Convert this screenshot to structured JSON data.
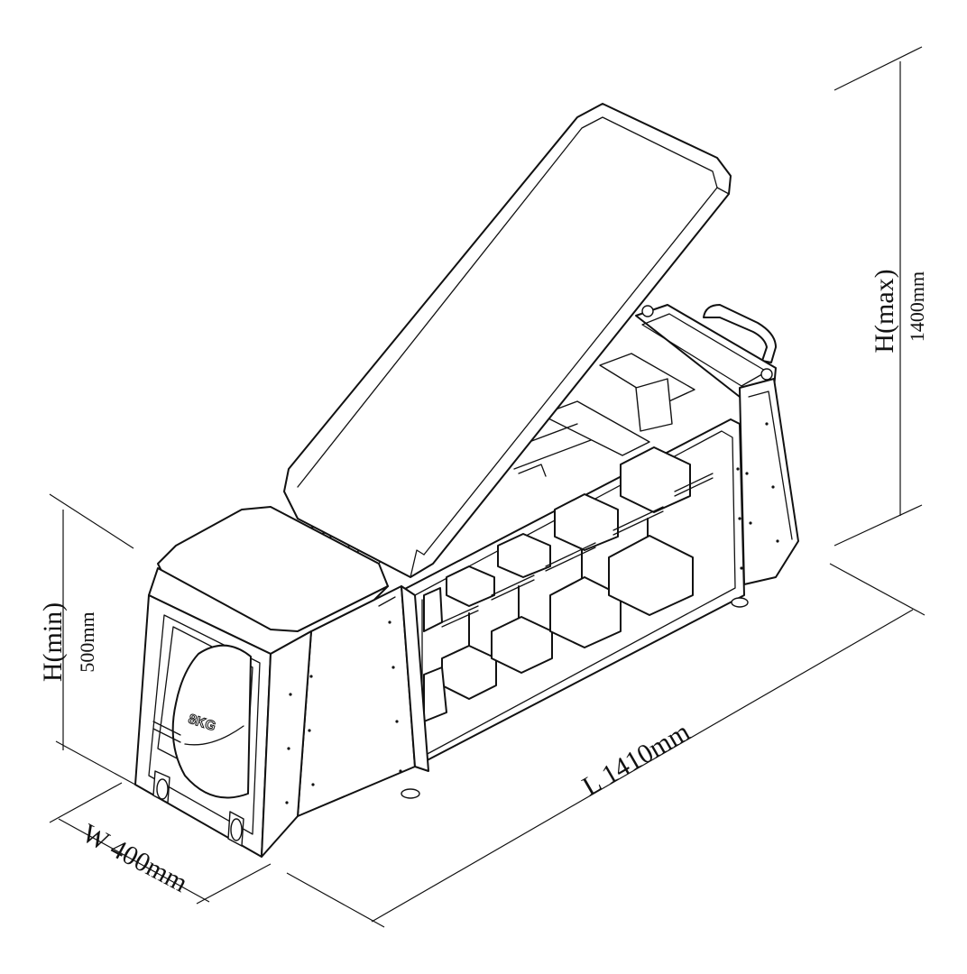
{
  "dimensions": {
    "h_max": {
      "label": "H(max)",
      "value": "1400mm"
    },
    "h_min": {
      "label": "H(min)",
      "value": "500mm"
    },
    "width": {
      "label": "W 400mm"
    },
    "length": {
      "label": "L 1410mm"
    }
  },
  "product": {
    "kettlebell_mark": "8KG"
  }
}
